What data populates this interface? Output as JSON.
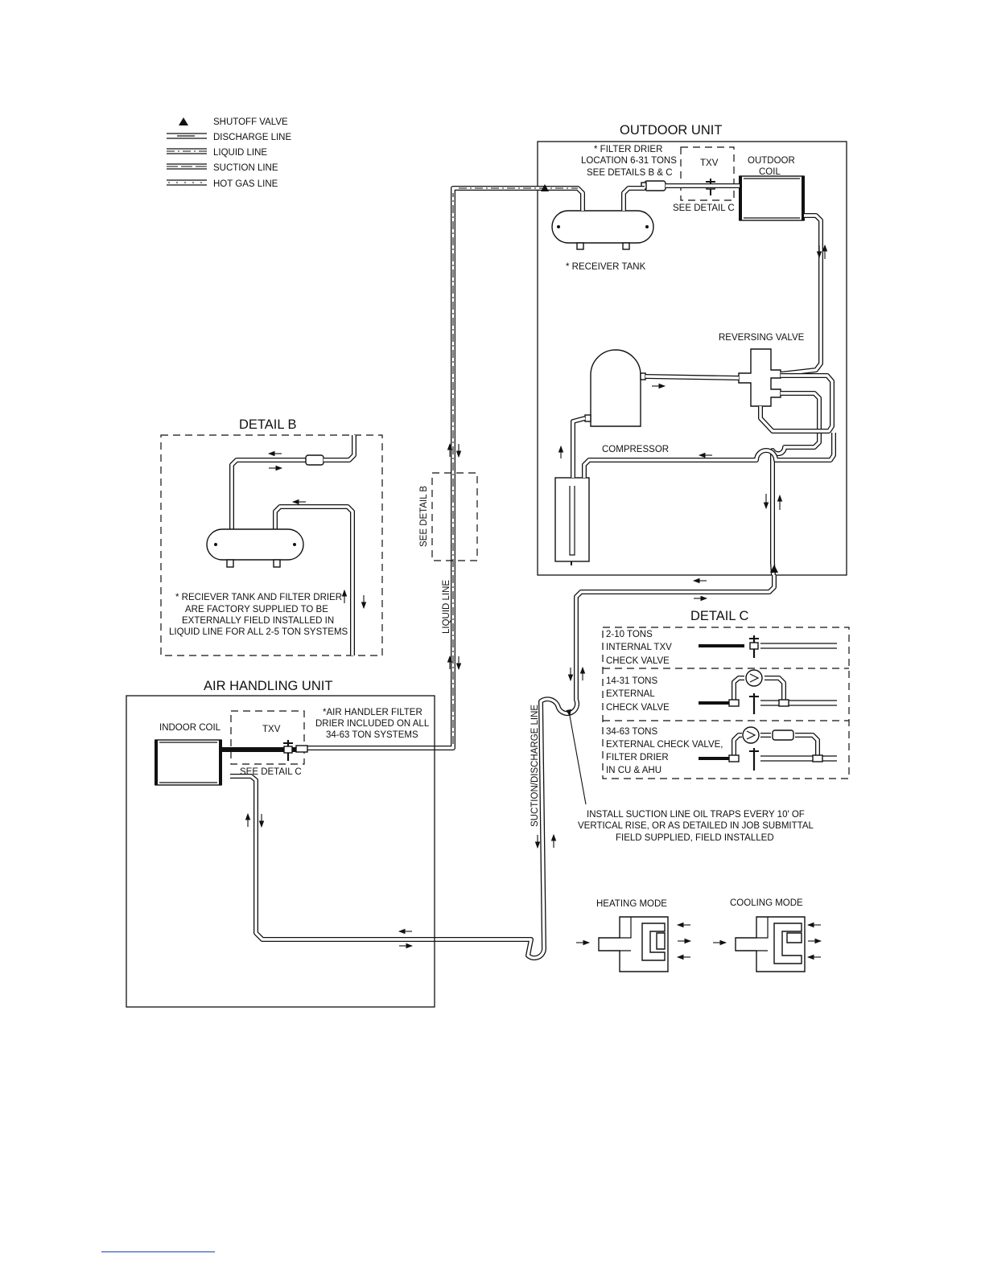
{
  "legend": {
    "items": [
      {
        "symbol": "triangle-icon",
        "label": "SHUTOFF VALVE"
      },
      {
        "symbol": "discharge-line-icon",
        "label": "DISCHARGE LINE"
      },
      {
        "symbol": "liquid-line-icon",
        "label": "LIQUID LINE"
      },
      {
        "symbol": "suction-line-icon",
        "label": "SUCTION LINE"
      },
      {
        "symbol": "hot-gas-line-icon",
        "label": "HOT GAS LINE"
      }
    ]
  },
  "outdoor_unit": {
    "title": "OUTDOOR UNIT",
    "filter_note": [
      "* FILTER DRIER",
      "LOCATION 6-31 TONS",
      "SEE DETAILS B & C"
    ],
    "txv": "TXV",
    "see_detail_c": "SEE DETAIL C",
    "coil": [
      "OUTDOOR",
      "COIL"
    ],
    "receiver": "* RECEIVER TANK",
    "reversing_valve": "REVERSING VALVE",
    "compressor": "COMPRESSOR"
  },
  "detail_b": {
    "title": "DETAIL B",
    "note": [
      "* RECIEVER TANK AND FILTER DRIER",
      "ARE FACTORY SUPPLIED TO BE",
      "EXTERNALLY FIELD INSTALLED IN",
      "LIQUID LINE FOR ALL 2-5 TON SYSTEMS"
    ]
  },
  "lines": {
    "see_detail_b": "SEE DETAIL B",
    "liquid_line": "LIQUID LINE",
    "suction_discharge_line": "SUCTION/DISCHARGE LINE"
  },
  "air_handler": {
    "title": "AIR HANDLING UNIT",
    "indoor_coil": "INDOOR COIL",
    "txv": "TXV",
    "see_detail_c": "SEE DETAIL C",
    "filter_note": [
      "*AIR HANDLER FILTER",
      "DRIER INCLUDED ON ALL",
      "34-63 TON SYSTEMS"
    ]
  },
  "detail_c": {
    "title": "DETAIL C",
    "rows": [
      [
        "2-10 TONS",
        "INTERNAL TXV",
        "CHECK VALVE"
      ],
      [
        "14-31 TONS",
        "EXTERNAL",
        "CHECK VALVE"
      ],
      [
        "34-63 TONS",
        "EXTERNAL CHECK VALVE,",
        "FILTER DRIER",
        "IN CU & AHU"
      ]
    ]
  },
  "oil_trap_note": [
    "INSTALL SUCTION LINE OIL TRAPS EVERY 10' OF",
    "VERTICAL RISE, OR AS DETAILED IN JOB SUBMITTAL",
    "FIELD SUPPLIED, FIELD INSTALLED"
  ],
  "modes": {
    "heating": "HEATING MODE",
    "cooling": "COOLING MODE"
  }
}
